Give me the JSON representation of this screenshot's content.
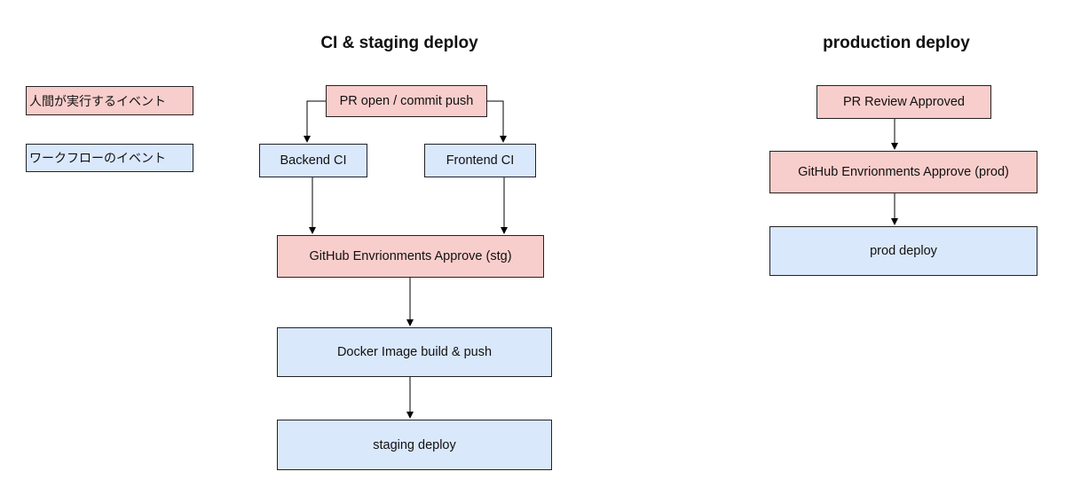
{
  "colors": {
    "human": "#f8cecc",
    "workflow": "#dae8fc",
    "border": "#222222",
    "arrow": "#000000"
  },
  "legend": {
    "human_label": "人間が実行するイベント",
    "workflow_label": "ワークフローのイベント"
  },
  "staging": {
    "title": "CI & staging deploy",
    "pr_open": "PR open / commit push",
    "backend_ci": "Backend CI",
    "frontend_ci": "Frontend CI",
    "approve_stg": "GitHub Envrionments Approve (stg)",
    "docker_build": "Docker Image build & push",
    "staging_deploy": "staging deploy"
  },
  "production": {
    "title": "production deploy",
    "pr_review": "PR Review Approved",
    "approve_prod": "GitHub Envrionments Approve (prod)",
    "prod_deploy": "prod deploy"
  },
  "edges": [
    {
      "from": "pr_open",
      "to": "backend_ci"
    },
    {
      "from": "pr_open",
      "to": "frontend_ci"
    },
    {
      "from": "backend_ci",
      "to": "approve_stg"
    },
    {
      "from": "frontend_ci",
      "to": "approve_stg"
    },
    {
      "from": "approve_stg",
      "to": "docker_build"
    },
    {
      "from": "docker_build",
      "to": "staging_deploy"
    },
    {
      "from": "pr_review",
      "to": "approve_prod"
    },
    {
      "from": "approve_prod",
      "to": "prod_deploy"
    }
  ]
}
